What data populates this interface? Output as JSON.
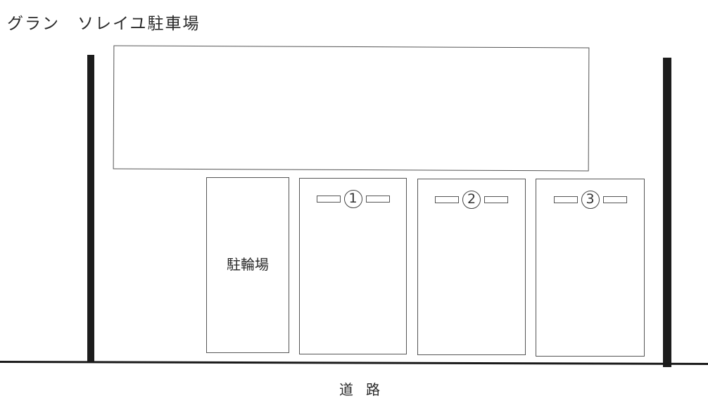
{
  "title": "グラン　ソレイユ駐車場",
  "building": {
    "label": ""
  },
  "bicycle_parking": {
    "label": "駐輪場"
  },
  "parking_spaces": [
    {
      "number": "1",
      "label": "①"
    },
    {
      "number": "2",
      "label": "②"
    },
    {
      "number": "3",
      "label": "③"
    }
  ],
  "road": {
    "label": "道路"
  },
  "colors": {
    "wall": "#1c1c1c",
    "outline": "#555555",
    "background": "#ffffff"
  }
}
